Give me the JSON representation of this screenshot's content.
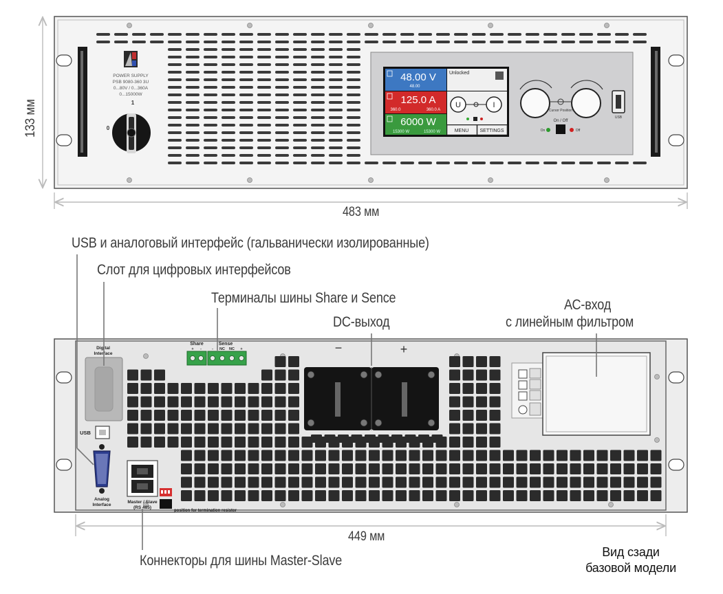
{
  "front_panel": {
    "brand_lines": [
      "POWER SUPPLY",
      "PSB 9080-360 3U",
      "0...80V / 0...360A",
      "0...15000W"
    ],
    "switch_on_label": "1",
    "switch_off_label": "0",
    "display": {
      "voltage": "48.00 V",
      "voltage_set": "48.00",
      "current": "125.0 A",
      "current_set_left": "360.0",
      "current_set_right": "360.0 A",
      "power": "6000 W",
      "power_left": "15300 W",
      "power_right": "15300 W",
      "status": "Unlocked",
      "knob_u": "U",
      "knob_i": "I",
      "menu_button": "MENU",
      "settings_button": "SETTINGS"
    },
    "cursor_position_label": "Cursor Position",
    "on_off_label": "On / Off",
    "on_label": "On",
    "off_label": "Off",
    "usb_label": "USB"
  },
  "dimensions": {
    "height": "133 мм",
    "front_width": "483 мм",
    "rear_width": "449 мм"
  },
  "annotations": {
    "usb_analog": "USB и аналоговый интерфейс (гальванически изолированные)",
    "digital_slot": "Слот для цифровых интерфейсов",
    "share_sense": "Терминалы шины Share и Sence",
    "dc_output": "DC-выход",
    "ac_input_line1": "АС-вход",
    "ac_input_line2": "с линейным фильтром",
    "master_slave": "Коннекторы для шины Master-Slave",
    "rear_view_line1": "Вид сзади",
    "rear_view_line2": "базовой модели"
  },
  "rear_panel": {
    "digital_interface_label": [
      "Digital",
      "Interface"
    ],
    "usb_label": "USB",
    "analog_interface_label": [
      "Analog",
      "Interface"
    ],
    "share_label": "Share",
    "sense_label": "Sense",
    "terminal_signs": [
      "+",
      "-",
      "-",
      "NC",
      "NC",
      "+"
    ],
    "minus_sign": "−",
    "plus_sign": "+",
    "master_slave_label": [
      "Master / Slave",
      "(RS 485)"
    ],
    "termination_label": "position for termination resistor"
  }
}
